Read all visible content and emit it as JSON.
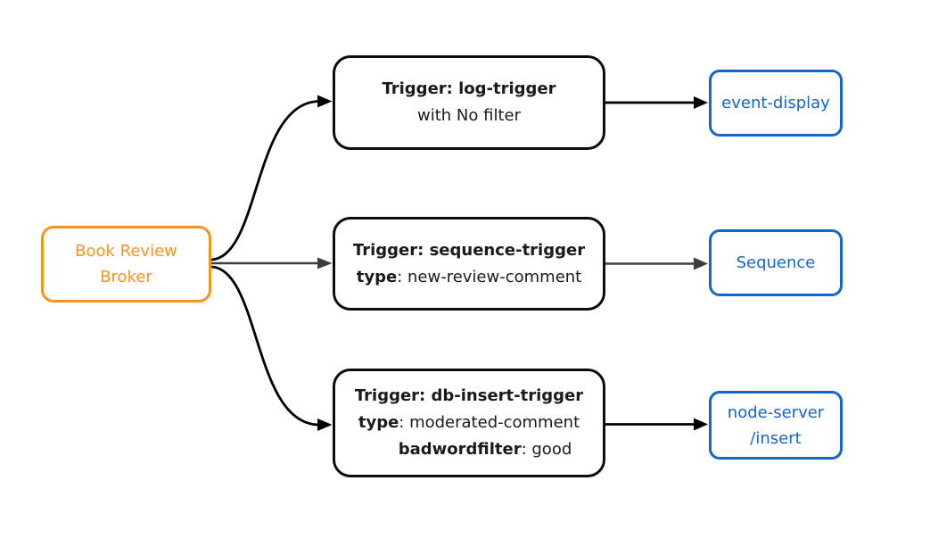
{
  "colors": {
    "broker-accent": "#F5941D",
    "sink-accent": "#1467C8",
    "edge-black": "#000000",
    "edge-gray": "#3d3d3d",
    "text-dark": "#1a1a1a",
    "background": "#ffffff"
  },
  "broker": {
    "lines": [
      "Book Review",
      "Broker"
    ]
  },
  "triggers": [
    {
      "line1": {
        "bold": "Trigger: log-trigger",
        "normal": ""
      },
      "line2": {
        "bold": "",
        "normal": "with No filter"
      }
    },
    {
      "line1": {
        "bold": "Trigger: sequence-trigger",
        "normal": ""
      },
      "line2": {
        "bold": "type",
        "normal": ": new-review-comment"
      }
    },
    {
      "line1": {
        "bold": "Trigger: db-insert-trigger",
        "normal": ""
      },
      "line2": {
        "bold": "type",
        "normal": ": moderated-comment"
      },
      "line3": {
        "bold": "badwordfilter",
        "normal": ": good"
      }
    }
  ],
  "sinks": [
    {
      "lines": [
        "event-display"
      ]
    },
    {
      "lines": [
        "Sequence"
      ]
    },
    {
      "lines": [
        "node-server",
        "/insert"
      ]
    }
  ],
  "edges": [
    {
      "from": "Book Review Broker",
      "to": "Trigger: log-trigger",
      "style": "curved",
      "color": "#000000"
    },
    {
      "from": "Book Review Broker",
      "to": "Trigger: sequence-trigger",
      "style": "straight",
      "color": "#3d3d3d"
    },
    {
      "from": "Book Review Broker",
      "to": "Trigger: db-insert-trigger",
      "style": "curved",
      "color": "#000000"
    },
    {
      "from": "Trigger: log-trigger",
      "to": "event-display",
      "style": "straight",
      "color": "#000000"
    },
    {
      "from": "Trigger: sequence-trigger",
      "to": "Sequence",
      "style": "straight",
      "color": "#3d3d3d"
    },
    {
      "from": "Trigger: db-insert-trigger",
      "to": "node-server /insert",
      "style": "straight",
      "color": "#000000"
    }
  ]
}
